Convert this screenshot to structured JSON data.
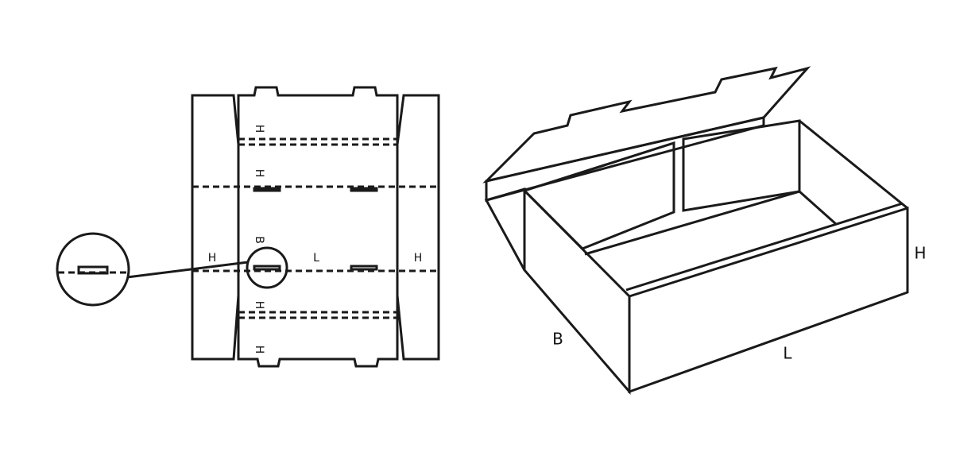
{
  "flat_layout": {
    "labels": {
      "h_top_1": "H",
      "h_top_2": "H",
      "b_center": "B",
      "l_center": "L",
      "h_left": "H",
      "h_right": "H",
      "h_bottom_1": "H",
      "h_bottom_2": "H"
    }
  },
  "box_view": {
    "labels": {
      "height": "H",
      "breadth": "B",
      "length": "L"
    }
  },
  "colors": {
    "stroke": "#1a1a1a",
    "background": "#ffffff"
  }
}
